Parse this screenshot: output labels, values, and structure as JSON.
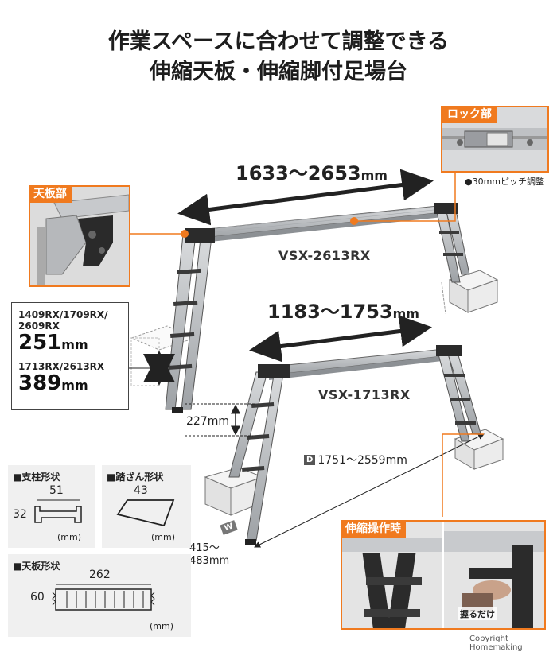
{
  "headline": {
    "line1": "作業スペースに合わせて調整できる",
    "line2": "伸縮天板・伸縮脚付足場台"
  },
  "top_product": {
    "length_range": "1633～2653",
    "unit": "mm",
    "model": "VSX-2613RX"
  },
  "bottom_product": {
    "length_range": "1183～1753",
    "unit": "mm",
    "model": "VSX-1713RX",
    "step_pitch": "227mm",
    "depth_badge": "D",
    "depth_range": "1751～2559mm",
    "width_badge": "W",
    "width_line1": "415～",
    "width_line2": "483mm"
  },
  "tenban_inset": {
    "label": "天板部"
  },
  "lock_inset": {
    "label": "ロック部",
    "note": "●30mmピッチ調整"
  },
  "stretch_inset": {
    "label": "伸縮操作時",
    "grip_note": "握るだけ"
  },
  "height_box": {
    "models_a_line1": "1409RX/1709RX/",
    "models_a_line2": "2609RX",
    "value_a": "251",
    "models_b": "1713RX/2613RX",
    "value_b": "389",
    "unit": "mm"
  },
  "cards": {
    "pillar": {
      "title": "■支柱形状",
      "width": "51",
      "height": "32",
      "unit": "(mm)"
    },
    "tread": {
      "title": "■踏ざん形状",
      "width": "43",
      "unit": "(mm)"
    },
    "board": {
      "title": "■天板形状",
      "width": "262",
      "height": "60",
      "unit": "(mm)"
    }
  },
  "copyright": "Copyright Homemaking",
  "colors": {
    "accent": "#f07a1f",
    "metal": "#b9bcbf",
    "dark": "#2a2a2a"
  }
}
